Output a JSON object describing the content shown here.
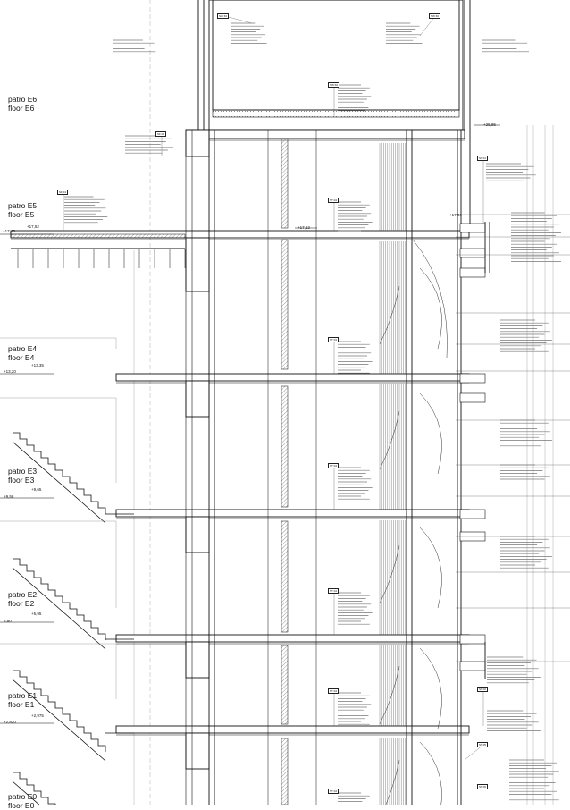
{
  "floors": [
    {
      "id": "e6",
      "cz": "patro E6",
      "en": "floor E6"
    },
    {
      "id": "e5",
      "cz": "patro E5",
      "en": "floor E5"
    },
    {
      "id": "e4",
      "cz": "patro E4",
      "en": "floor E4"
    },
    {
      "id": "e3",
      "cz": "patro E3",
      "en": "floor E3"
    },
    {
      "id": "e2",
      "cz": "patro E2",
      "en": "floor E2"
    },
    {
      "id": "e1",
      "cz": "patro E1",
      "en": "floor E1"
    },
    {
      "id": "e0",
      "cz": "patro E0",
      "en": "floor E0"
    }
  ],
  "levels": {
    "top_right": "+25,95",
    "e5_left": "+17,45",
    "e5_slab": "+17,52",
    "e5_mid": "+17,52",
    "e5_right": "+17,81",
    "e4_left": "+13,20",
    "e4_slab": "+13,35",
    "e3_left": "+9,58",
    "e3_slab": "+9,65",
    "e2_left": "5,80",
    "e2_slab": "+5,95",
    "e1_left": "+2,820",
    "e1_slab": "+2,975"
  },
  "tags": {
    "t1": "SW 60",
    "t2": "SW 60",
    "t3": "SW 60",
    "t4": "SF 05",
    "t5": "SF 04",
    "t6": "ST 04",
    "t7": "ST 01",
    "t8": "ST 04",
    "t9": "ST 04",
    "t10": "ST 04",
    "t11": "ST 04",
    "t12": "ST 04",
    "t13": "ST 02",
    "t14": "ST 05",
    "t15": "ST 06"
  }
}
